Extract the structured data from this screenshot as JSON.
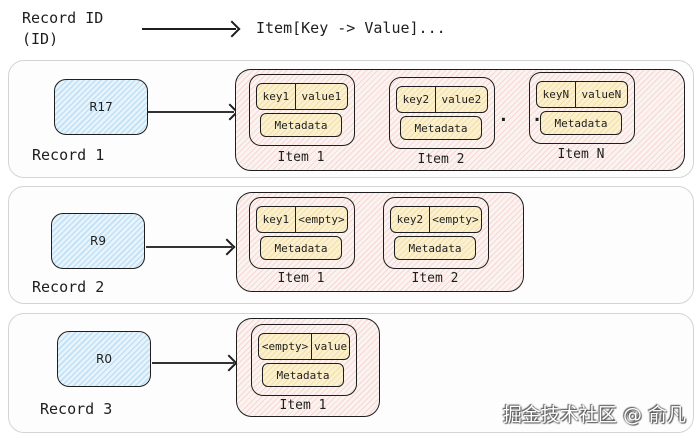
{
  "legend": {
    "left_line1": "Record ID",
    "left_line2": "(ID)",
    "right": "Item[Key -> Value]..."
  },
  "records": [
    {
      "label": "Record 1",
      "id": "R17",
      "items": [
        {
          "key": "key1",
          "value": "value1",
          "meta": "Metadata",
          "label": "Item 1"
        },
        {
          "key": "key2",
          "value": "value2",
          "meta": "Metadata",
          "label": "Item 2"
        },
        {
          "key": "keyN",
          "value": "valueN",
          "meta": "Metadata",
          "label": "Item N"
        }
      ],
      "ellipsis": ". ."
    },
    {
      "label": "Record 2",
      "id": "R9",
      "items": [
        {
          "key": "key1",
          "value": "<empty>",
          "meta": "Metadata",
          "label": "Item 1"
        },
        {
          "key": "key2",
          "value": "<empty>",
          "meta": "Metadata",
          "label": "Item 2"
        }
      ]
    },
    {
      "label": "Record 3",
      "id": "R0",
      "items": [
        {
          "key": "<empty>",
          "value": "value",
          "meta": "Metadata",
          "label": "Item 1"
        }
      ]
    }
  ],
  "watermark": "掘金技术社区 @ 俞凡",
  "colors": {
    "id_fill": "#bfe0f5",
    "items_fill": "#f7d6d6",
    "kv_fill": "#f3dfa6",
    "stroke": "#1e1e1e"
  }
}
